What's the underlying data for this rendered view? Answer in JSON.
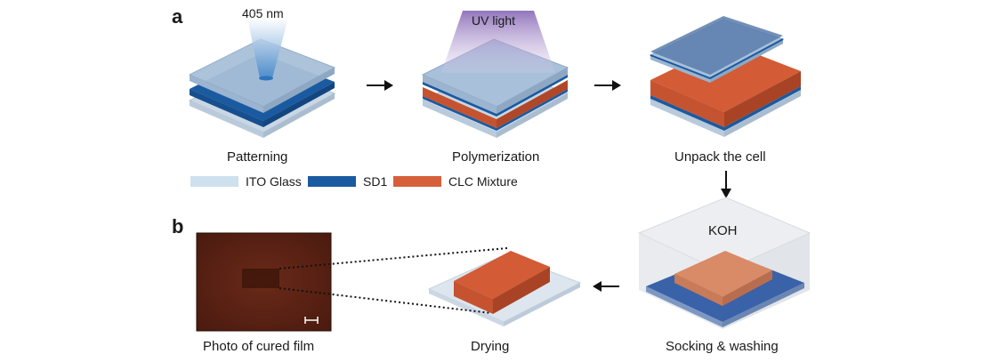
{
  "panels": {
    "a": "a",
    "b": "b"
  },
  "steps": {
    "patterning": "Patterning",
    "polymerization": "Polymerization",
    "unpack": "Unpack the cell",
    "soaking": "Socking & washing",
    "drying": "Drying",
    "photo": "Photo of cured film"
  },
  "annotations": {
    "laser": "405 nm",
    "uv": "UV light",
    "koh": "KOH"
  },
  "legend": [
    {
      "label": "ITO Glass",
      "color": "#cfe0ee"
    },
    {
      "label": "SD1",
      "color": "#1a5aa0"
    },
    {
      "label": "CLC Mixture",
      "color": "#d6603a"
    }
  ],
  "colors": {
    "glass_top": "#a9c2dc",
    "glass_side": "#c8d7e6",
    "sd1": "#1a5aa0",
    "clc_top": "#d35b35",
    "clc_side": "#b84a2b",
    "uv": "#a48cc6",
    "laser": "#4d8fd0",
    "koh_box": "#e6e8ec",
    "arrow": "#111111"
  }
}
